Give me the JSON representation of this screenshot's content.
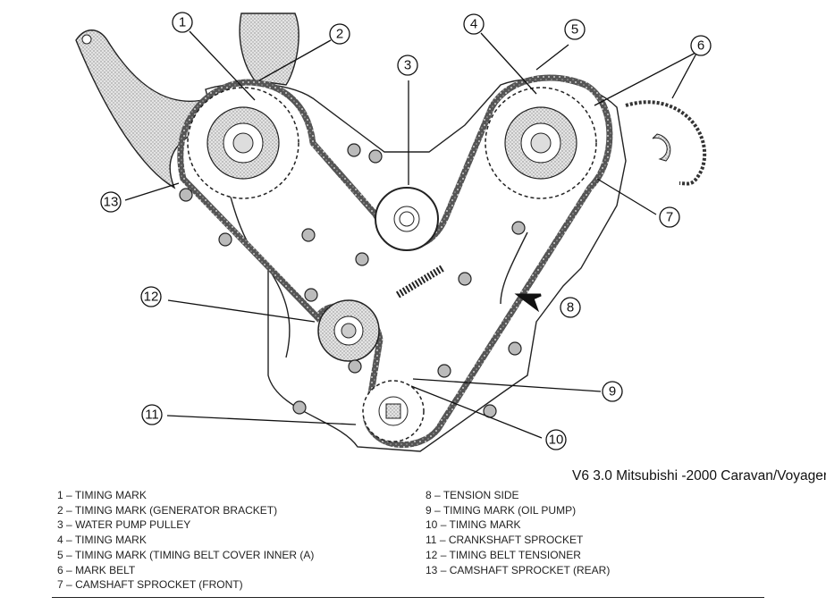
{
  "diagram": {
    "caption": "V6 3.0 Mitsubishi -2000 Caravan/Voyager",
    "callouts": [
      "1",
      "2",
      "3",
      "4",
      "5",
      "6",
      "7",
      "8",
      "9",
      "10",
      "11",
      "12",
      "13"
    ]
  },
  "legend": {
    "left": [
      {
        "num": "1",
        "sep": "–",
        "label": "TIMING MARK"
      },
      {
        "num": "2",
        "sep": "–",
        "label": "TIMING MARK (GENERATOR BRACKET)"
      },
      {
        "num": "3",
        "sep": "–",
        "label": "WATER PUMP PULLEY"
      },
      {
        "num": "4",
        "sep": "–",
        "label": "TIMING MARK"
      },
      {
        "num": "5",
        "sep": "–",
        "label": "TIMING MARK (TIMING BELT COVER INNER (A)"
      },
      {
        "num": "6",
        "sep": "–",
        "label": "MARK BELT"
      },
      {
        "num": "7",
        "sep": "–",
        "label": "CAMSHAFT SPROCKET (FRONT)"
      }
    ],
    "right": [
      {
        "num": "8",
        "sep": "–",
        "label": "TENSION SIDE"
      },
      {
        "num": "9",
        "sep": "–",
        "label": "TIMING MARK (OIL PUMP)"
      },
      {
        "num": "10",
        "sep": "–",
        "label": "TIMING MARK"
      },
      {
        "num": "11",
        "sep": "–",
        "label": "CRANKSHAFT SPROCKET"
      },
      {
        "num": "12",
        "sep": "–",
        "label": "TIMING BELT TENSIONER"
      },
      {
        "num": "13",
        "sep": "–",
        "label": "CAMSHAFT SPROCKET (REAR)"
      }
    ]
  }
}
